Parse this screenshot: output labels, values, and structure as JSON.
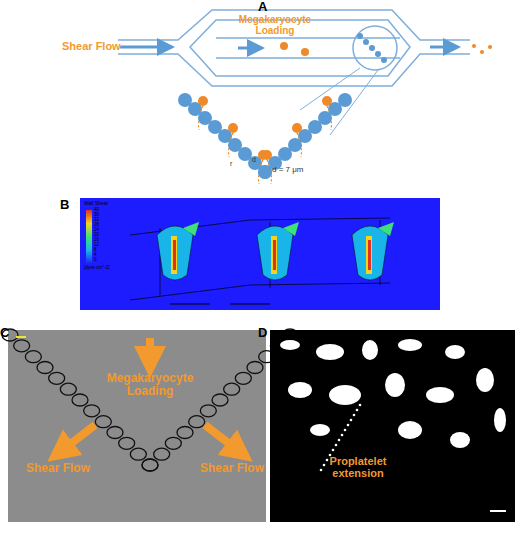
{
  "diagram": {
    "labels": [
      "A",
      "Shear Flow",
      "Megakaryocyte Loading",
      "d = 7 μm",
      "r",
      "d",
      "B",
      "Wall Shear",
      "40",
      "36",
      "32",
      "28",
      "24",
      "20",
      "16",
      "12",
      "8",
      "4",
      "0",
      "[dyne cm^-2]",
      "C",
      "Megakaryocyte Loading",
      "Shear Flow",
      "Shear Flow",
      "D",
      "Proplatelet extension"
    ]
  }
}
